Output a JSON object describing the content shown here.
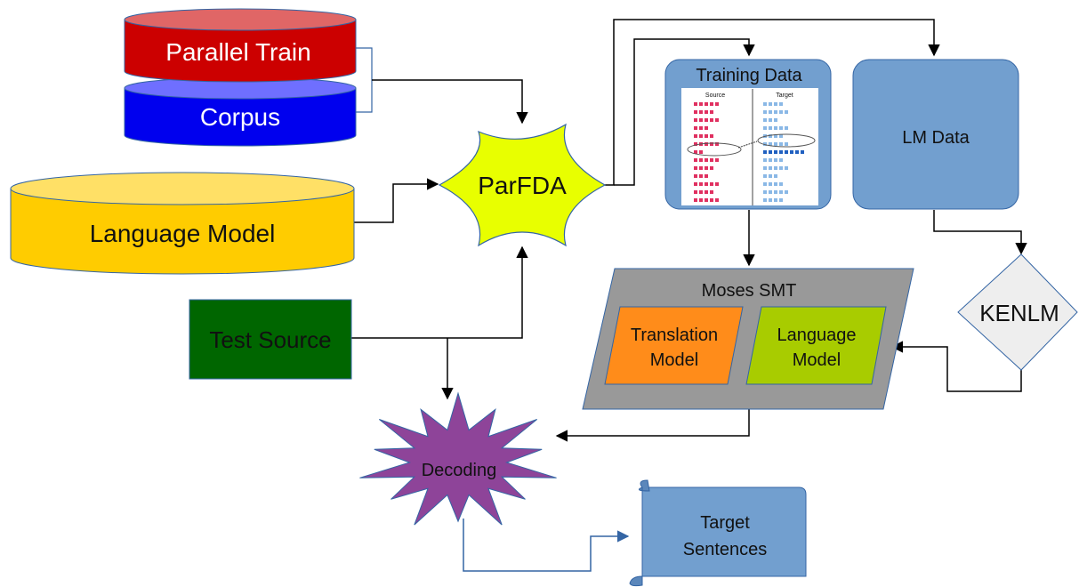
{
  "nodes": {
    "parallel_train": "Parallel Train",
    "corpus": "Corpus",
    "language_model_db": "Language Model",
    "test_source": "Test Source",
    "parfda": "ParFDA",
    "training_data": "Training Data",
    "training_data_source_col": "Source",
    "training_data_target_col": "Target",
    "lm_data": "LM Data",
    "kenlm": "KENLM",
    "moses_smt": "Moses SMT",
    "translation_model_line1": "Translation",
    "translation_model_line2": "Model",
    "language_model_line1": "Language",
    "language_model_line2": "Model",
    "decoding": "Decoding",
    "target_sentences_line1": "Target",
    "target_sentences_line2": "Sentences"
  },
  "colors": {
    "parallel_train": "#cc0000",
    "corpus": "#0000ee",
    "language_model_db": "#ffcc00",
    "test_source": "#006600",
    "parfda": "#e8ff00",
    "panel_blue": "#729fcf",
    "moses_panel": "#999999",
    "translation_model": "#ff8c1a",
    "language_model_box": "#a8cc00",
    "decoding": "#8e4499",
    "kenlm": "#eeeeee",
    "source_dots": "#e03060",
    "target_dots": "#8ab8e6"
  }
}
